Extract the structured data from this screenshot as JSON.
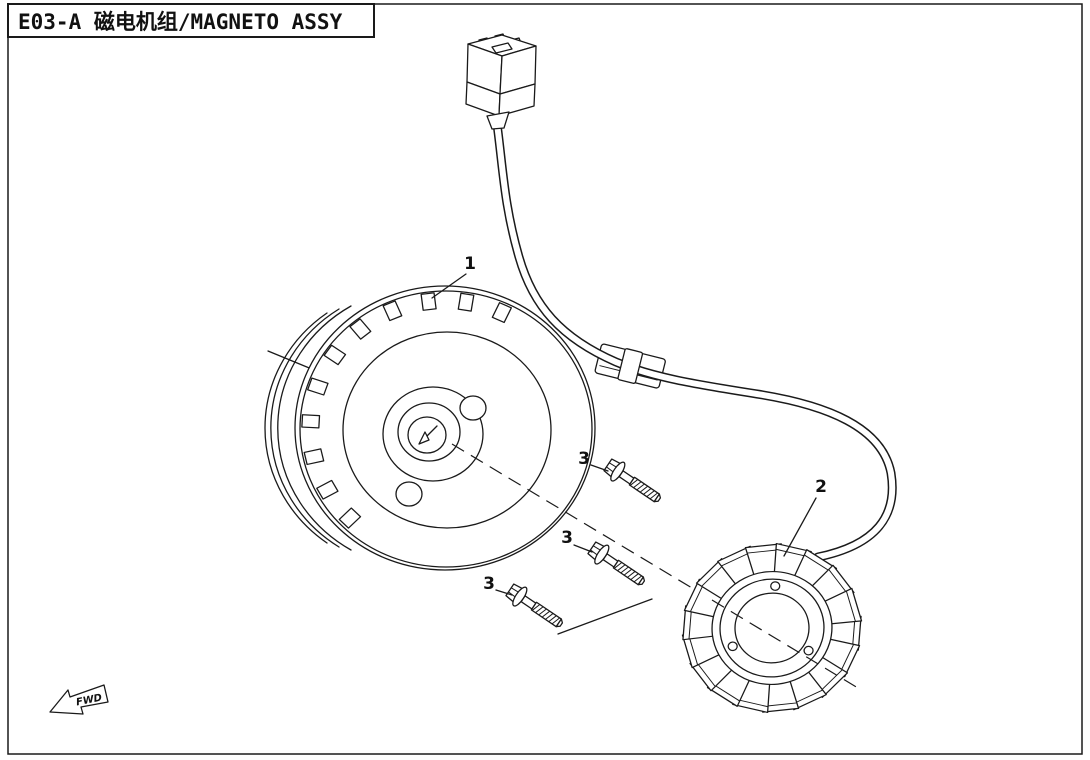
{
  "title": "E03-A 磁电机组/MAGNETO ASSY",
  "callouts": {
    "rotor": "1",
    "stator": "2",
    "bolt_top": "3",
    "bolt_middle": "3",
    "bolt_bottom": "3"
  },
  "fwd_arrow": "FWD",
  "colors": {
    "ink": "#1a1a1a",
    "background": "#ffffff"
  }
}
